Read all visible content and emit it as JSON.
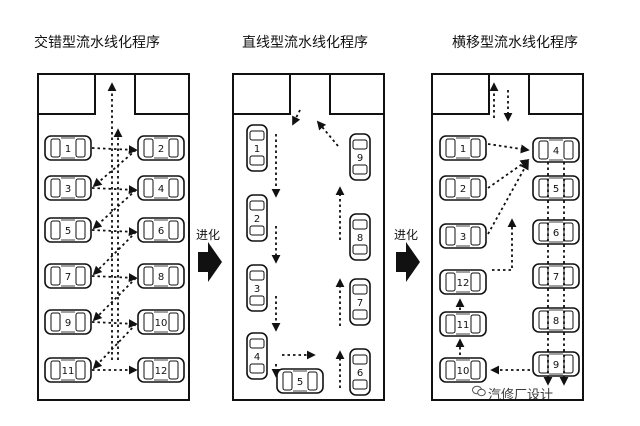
{
  "panels": [
    {
      "title": "交错型流水线化程序",
      "cars": [
        "1",
        "2",
        "3",
        "4",
        "5",
        "6",
        "7",
        "8",
        "9",
        "10",
        "11",
        "12"
      ]
    },
    {
      "title": "直线型流水线化程序",
      "cars": [
        "1",
        "2",
        "3",
        "4",
        "5",
        "6",
        "7",
        "8",
        "9"
      ]
    },
    {
      "title": "横移型流水线化程序",
      "cars": [
        "1",
        "2",
        "3",
        "4",
        "5",
        "6",
        "7",
        "8",
        "9",
        "10",
        "11",
        "12"
      ]
    }
  ],
  "transition_label": "进化",
  "watermark": "汽修厂设计"
}
